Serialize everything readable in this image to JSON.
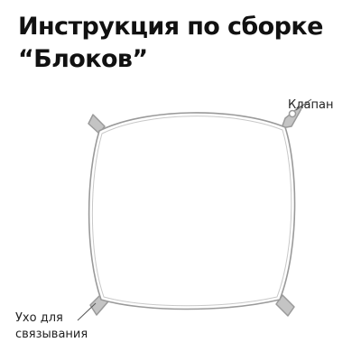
{
  "title": {
    "line1": "Инструкция по сборке",
    "line2": "“Блоков”"
  },
  "labels": {
    "valve": "Клапан",
    "tie_ear_line1": "Ухо для",
    "tie_ear_line2": "связывания"
  },
  "colors": {
    "outline": "#9a9a9a",
    "tab_fill": "#c4c4c4",
    "text": "#111111"
  },
  "icons": {
    "valve": "valve-ring-icon"
  }
}
